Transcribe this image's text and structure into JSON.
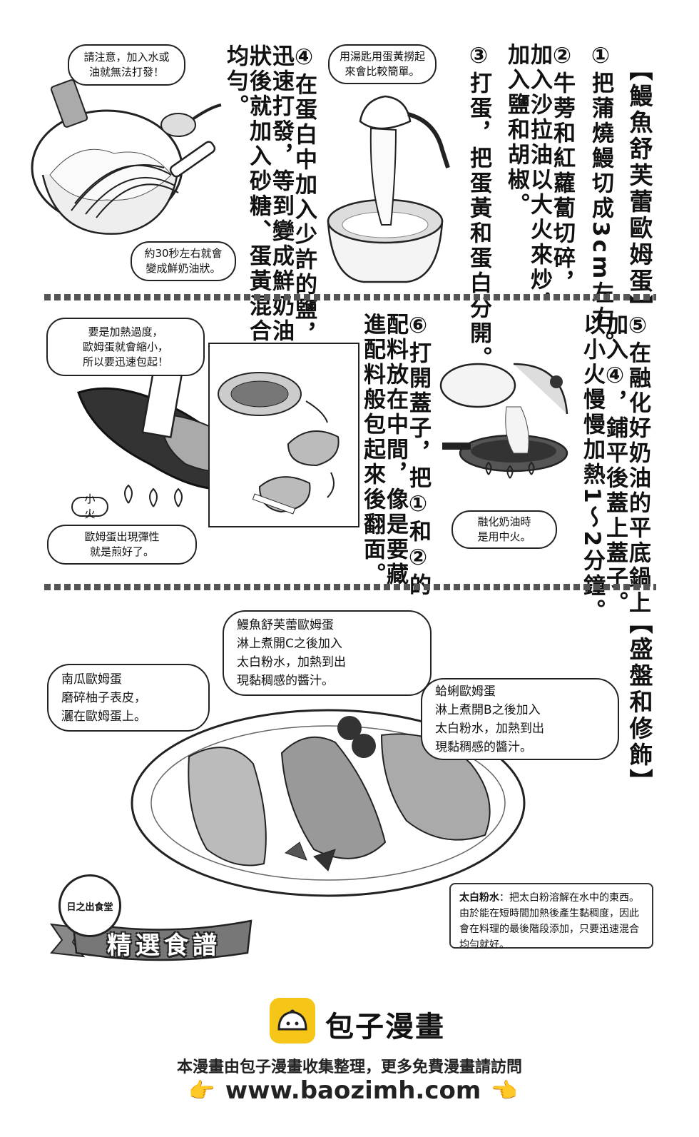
{
  "section1": {
    "heading": "【鰻魚舒芙蕾歐姆蛋】",
    "step1": "①把蒲燒鰻切成3cm左右。",
    "step2a": "②牛蒡和紅蘿蔔切碎，",
    "step2b": "加入沙拉油以大火來炒，",
    "step2c": "加入鹽和胡椒。",
    "step3": "③打蛋，把蛋黃和蛋白分開。",
    "step4a": "④在蛋白中加入少許的鹽，",
    "step4b": "迅速打發，等到變成鮮奶油",
    "step4c": "狀後就加入砂糖、蛋黃混合",
    "step4d": "均勻。",
    "bubble_spoon": "用湯匙用蛋黃撈起\n來會比較簡單。",
    "bubble_warning": "請注意，加入水或\n油就無法打發！",
    "bubble_30sec": "約30秒左右就會\n變成鮮奶油狀。"
  },
  "section2": {
    "step5a": "⑤在融化好奶油的平底鍋上",
    "step5b": "加入④，鋪平後蓋上蓋子。",
    "step5c": "以小火慢慢加熱1～2分鐘。",
    "step6a": "⑥打開蓋子，把①和②的",
    "step6b": "配料放在中間，像是要藏",
    "step6c": "進配料般包起來後翻面。",
    "bubble_overheat": "要是加熱過度，\n歐姆蛋就會縮小，\n所以要迅速包起！",
    "bubble_lowfire": "小火",
    "bubble_done": "歐姆蛋出現彈性\n就是煎好了。",
    "bubble_medium": "融化奶油時\n是用中火。"
  },
  "section3": {
    "heading": "【盛盤和修飾】",
    "bubble_eel": "鰻魚舒芙蕾歐姆蛋\n淋上煮開C之後加入\n太白粉水，加熱到出\n現黏稠感的醬汁。",
    "bubble_pumpkin": "南瓜歐姆蛋\n磨碎柚子表皮，\n灑在歐姆蛋上。",
    "bubble_clam": "蛤蜊歐姆蛋\n淋上煮開B之後加入\n太白粉水，加熱到出\n現黏稠感的醬汁。",
    "note_term": "太白粉水",
    "note_body": "：把太白粉溶解在水中的東西。由於能在短時間加熱後產生黏稠度，因此會在料理的最後階段添加，只要迅速混合均勻就好。",
    "badge": "日之出食堂",
    "ribbon": "精選食譜"
  },
  "footer": {
    "brand": "包子漫畫",
    "line": "本漫畫由包子漫畫收集整理，更多免費漫畫請訪問",
    "url": "www.baozimh.com",
    "pointer_left": "👉",
    "pointer_right": "👈",
    "logo_color": "#f5c518"
  }
}
